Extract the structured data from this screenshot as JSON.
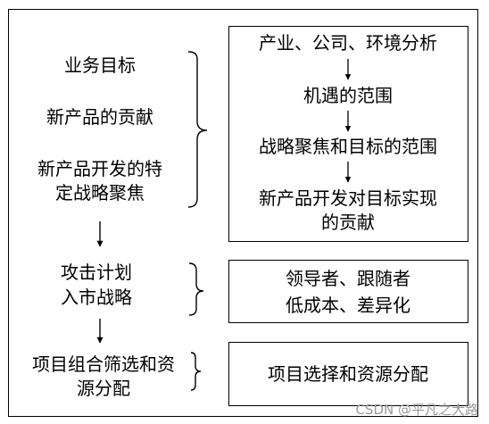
{
  "left": {
    "group1": [
      "业务目标",
      "新产品的贡献",
      "新产品开发的特",
      "定战略聚焦"
    ],
    "group2": [
      "攻击计划",
      "入市战略"
    ],
    "group3": [
      "项目组合筛选和资",
      "源分配"
    ]
  },
  "right": {
    "box1": [
      "产业、公司、环境分析",
      "机遇的范围",
      "战略聚焦和目标的范围",
      "新产品开发对目标实现",
      "的贡献"
    ],
    "box2": [
      "领导者、跟随者",
      "低成本、差异化"
    ],
    "box3": [
      "项目选择和资源分配"
    ]
  },
  "watermark": "CSDN @平凡之大路"
}
